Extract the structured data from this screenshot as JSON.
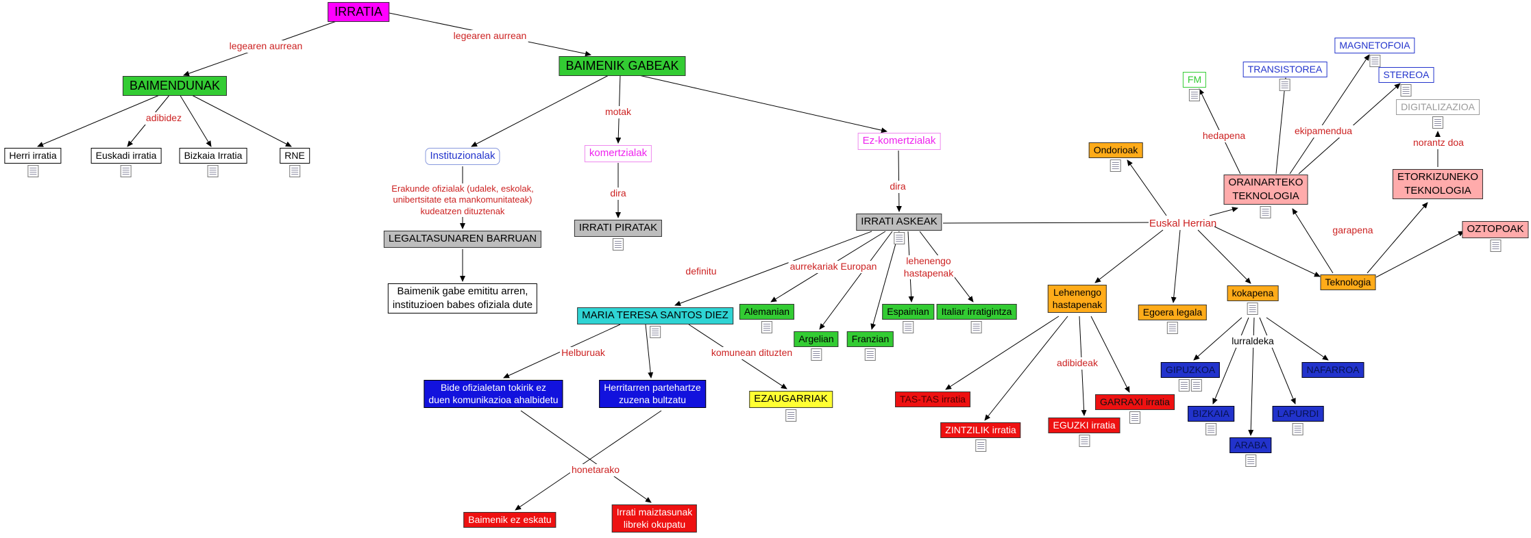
{
  "nodes": {
    "irratia": "IRRATIA",
    "baimendunak": "BAIMENDUNAK",
    "baimenik_gabeak": "BAIMENIK GABEAK",
    "herri_irratia": "Herri irratia",
    "euskadi_irratia": "Euskadi irratia",
    "bizkaia_irratia": "Bizkaia Irratia",
    "rne": "RNE",
    "instituzionalak": "Instituzionalak",
    "komertzialak": "komertzialak",
    "ez_komertzialak": "Ez-komertzialak",
    "legaltasunaren": "LEGALTASUNAREN BARRUAN",
    "babes": "Baimenik gabe emititu arren,\ninstituzioen babes ofiziala dute",
    "irrati_piratak": "IRRATI PIRATAK",
    "irrati_askeak": "IRRATI ASKEAK",
    "maria_teresa": "MARIA TERESA SANTOS DIEZ",
    "alemanian": "Alemanian",
    "argelian": "Argelian",
    "franzian": "Franzian",
    "espainian": "Espainian",
    "italiar": "Italiar irratigintza",
    "ezaugarriak": "EZAUGARRIAK",
    "bide": "Bide ofizialetan tokirik ez\nduen komunikazioa ahalbidetu",
    "herritarren": "Herritarren partehartze\nzuzena bultzatu",
    "baimenik_ez": "Baimenik ez eskatu",
    "maiztasunak": "Irrati maiztasunak\nlibreki okupatu",
    "euskal_herrian": "Euskal Herrian",
    "ondorioak": "Ondorioak",
    "lehenengo_hastapenak": "Lehenengo\nhastapenak",
    "egoera_legala": "Egoera legala",
    "kokapena": "kokapena",
    "teknologia": "Teknologia",
    "orainarteko": "ORAINARTEKO\nTEKNOLOGIA",
    "etorkizuneko": "ETORKIZUNEKO\nTEKNOLOGIA",
    "oztopoak": "OZTOPOAK",
    "fm": "FM",
    "transistorea": "TRANSISTOREA",
    "magnetofoia": "MAGNETOFOIA",
    "stereoa": "STEREOA",
    "digitalizazioa": "DIGITALIZAZIOA",
    "tas_tas": "TAS-TAS irratia",
    "zintzilik": "ZINTZILIK irratia",
    "eguzki": "EGUZKI irratia",
    "garraxi": "GARRAXI irratia",
    "gipuzkoa": "GIPUZKOA",
    "nafarroa": "NAFARROA",
    "bizkaia": "BIZKAIA",
    "lapurdi": "LAPURDI",
    "araba": "ARABA"
  },
  "edge_labels": {
    "legearen_aurrean_1": "legearen aurrean",
    "legearen_aurrean_2": "legearen aurrean",
    "adibidez": "adibidez",
    "motak": "motak",
    "erakunde": "Erakunde ofizialak (udalek, eskolak,\nunibertsitate eta mankomunitateak)\nkudeatzen dituztenak",
    "dira_1": "dira",
    "dira_2": "dira",
    "definitu": "definitu",
    "aurrekariak": "aurrekariak Europan",
    "lehenengo_label": "lehenengo\nhastapenak",
    "helburuak": "Helburuak",
    "komunean": "komunean dituzten",
    "honetarako": "honetarako",
    "adibideak": "adibideak",
    "lurraldeka": "lurraldeka",
    "hedapena": "hedapena",
    "ekipamendua": "ekipamendua",
    "norantz_doa": "norantz doa",
    "garapena": "garapena"
  },
  "colors": {
    "magenta": "#ff00ff",
    "green": "#33cc33",
    "gray": "#bdbdbd",
    "cyan": "#2fd4d4",
    "yellow": "#ffff33",
    "blue": "#1212dd",
    "province_blue": "#2233cc",
    "red": "#ee1111",
    "orange": "#ffab19",
    "pink": "#ffabab",
    "edge_label_red": "#cc2222",
    "line": "#000000"
  }
}
